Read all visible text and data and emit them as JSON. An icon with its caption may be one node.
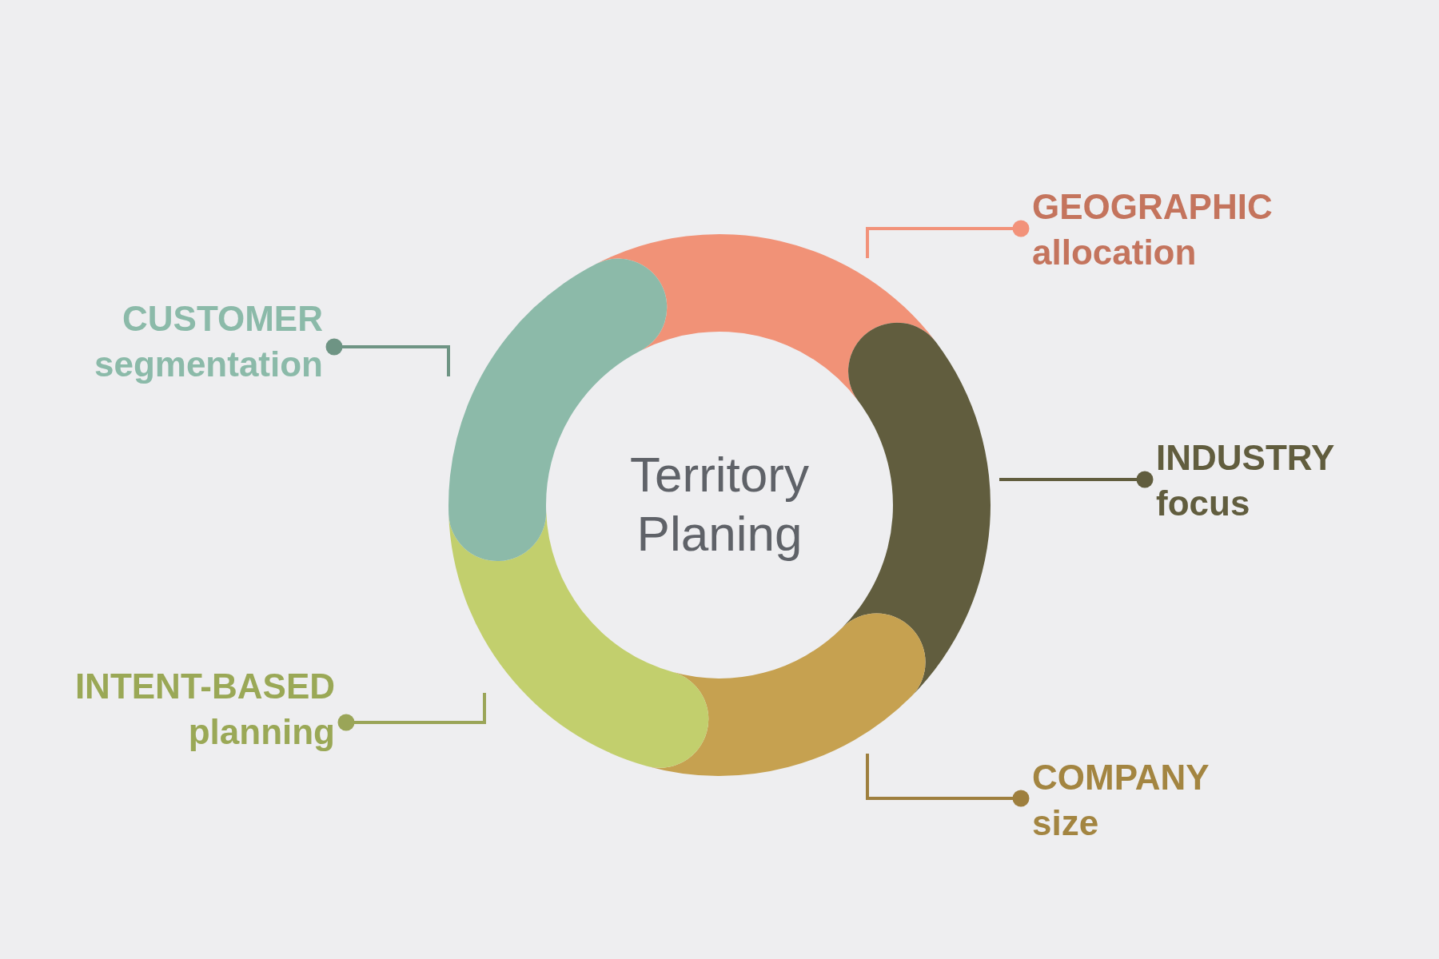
{
  "diagram": {
    "nodes": [
      {
        "text": [],
        "shape": "arc"
      },
      {
        "text": [],
        "shape": "arc"
      },
      {
        "text": [],
        "shape": "arc"
      },
      {
        "text": [],
        "shape": "arc"
      },
      {
        "text": [],
        "shape": "arc"
      },
      {
        "text": [
          "GEOGRAPHIC allocation"
        ]
      },
      {
        "text": [
          "CUSTOMER segmentation"
        ]
      },
      {
        "text": [
          "INDUSTRY focus"
        ]
      },
      {
        "text": [
          "INTENT-BASED planning"
        ]
      },
      {
        "text": [
          "COMPANY size"
        ]
      }
    ],
    "edges": [
      {
        "from": 5,
        "to": 0,
        "arrow": "other",
        "color": "#f2927a"
      },
      {
        "from": 6,
        "to": 4,
        "arrow": "other",
        "color": "#6e9484"
      },
      {
        "from": 7,
        "to": 1,
        "arrow": "other",
        "color": "#615d3e"
      },
      {
        "from": 8,
        "to": 3,
        "arrow": "other",
        "color": "#9aa558"
      },
      {
        "from": 9,
        "to": 2,
        "arrow": "other",
        "color": "#9e7f3e"
      }
    ],
    "labels": [
      "Territory Planing"
    ]
  }
}
